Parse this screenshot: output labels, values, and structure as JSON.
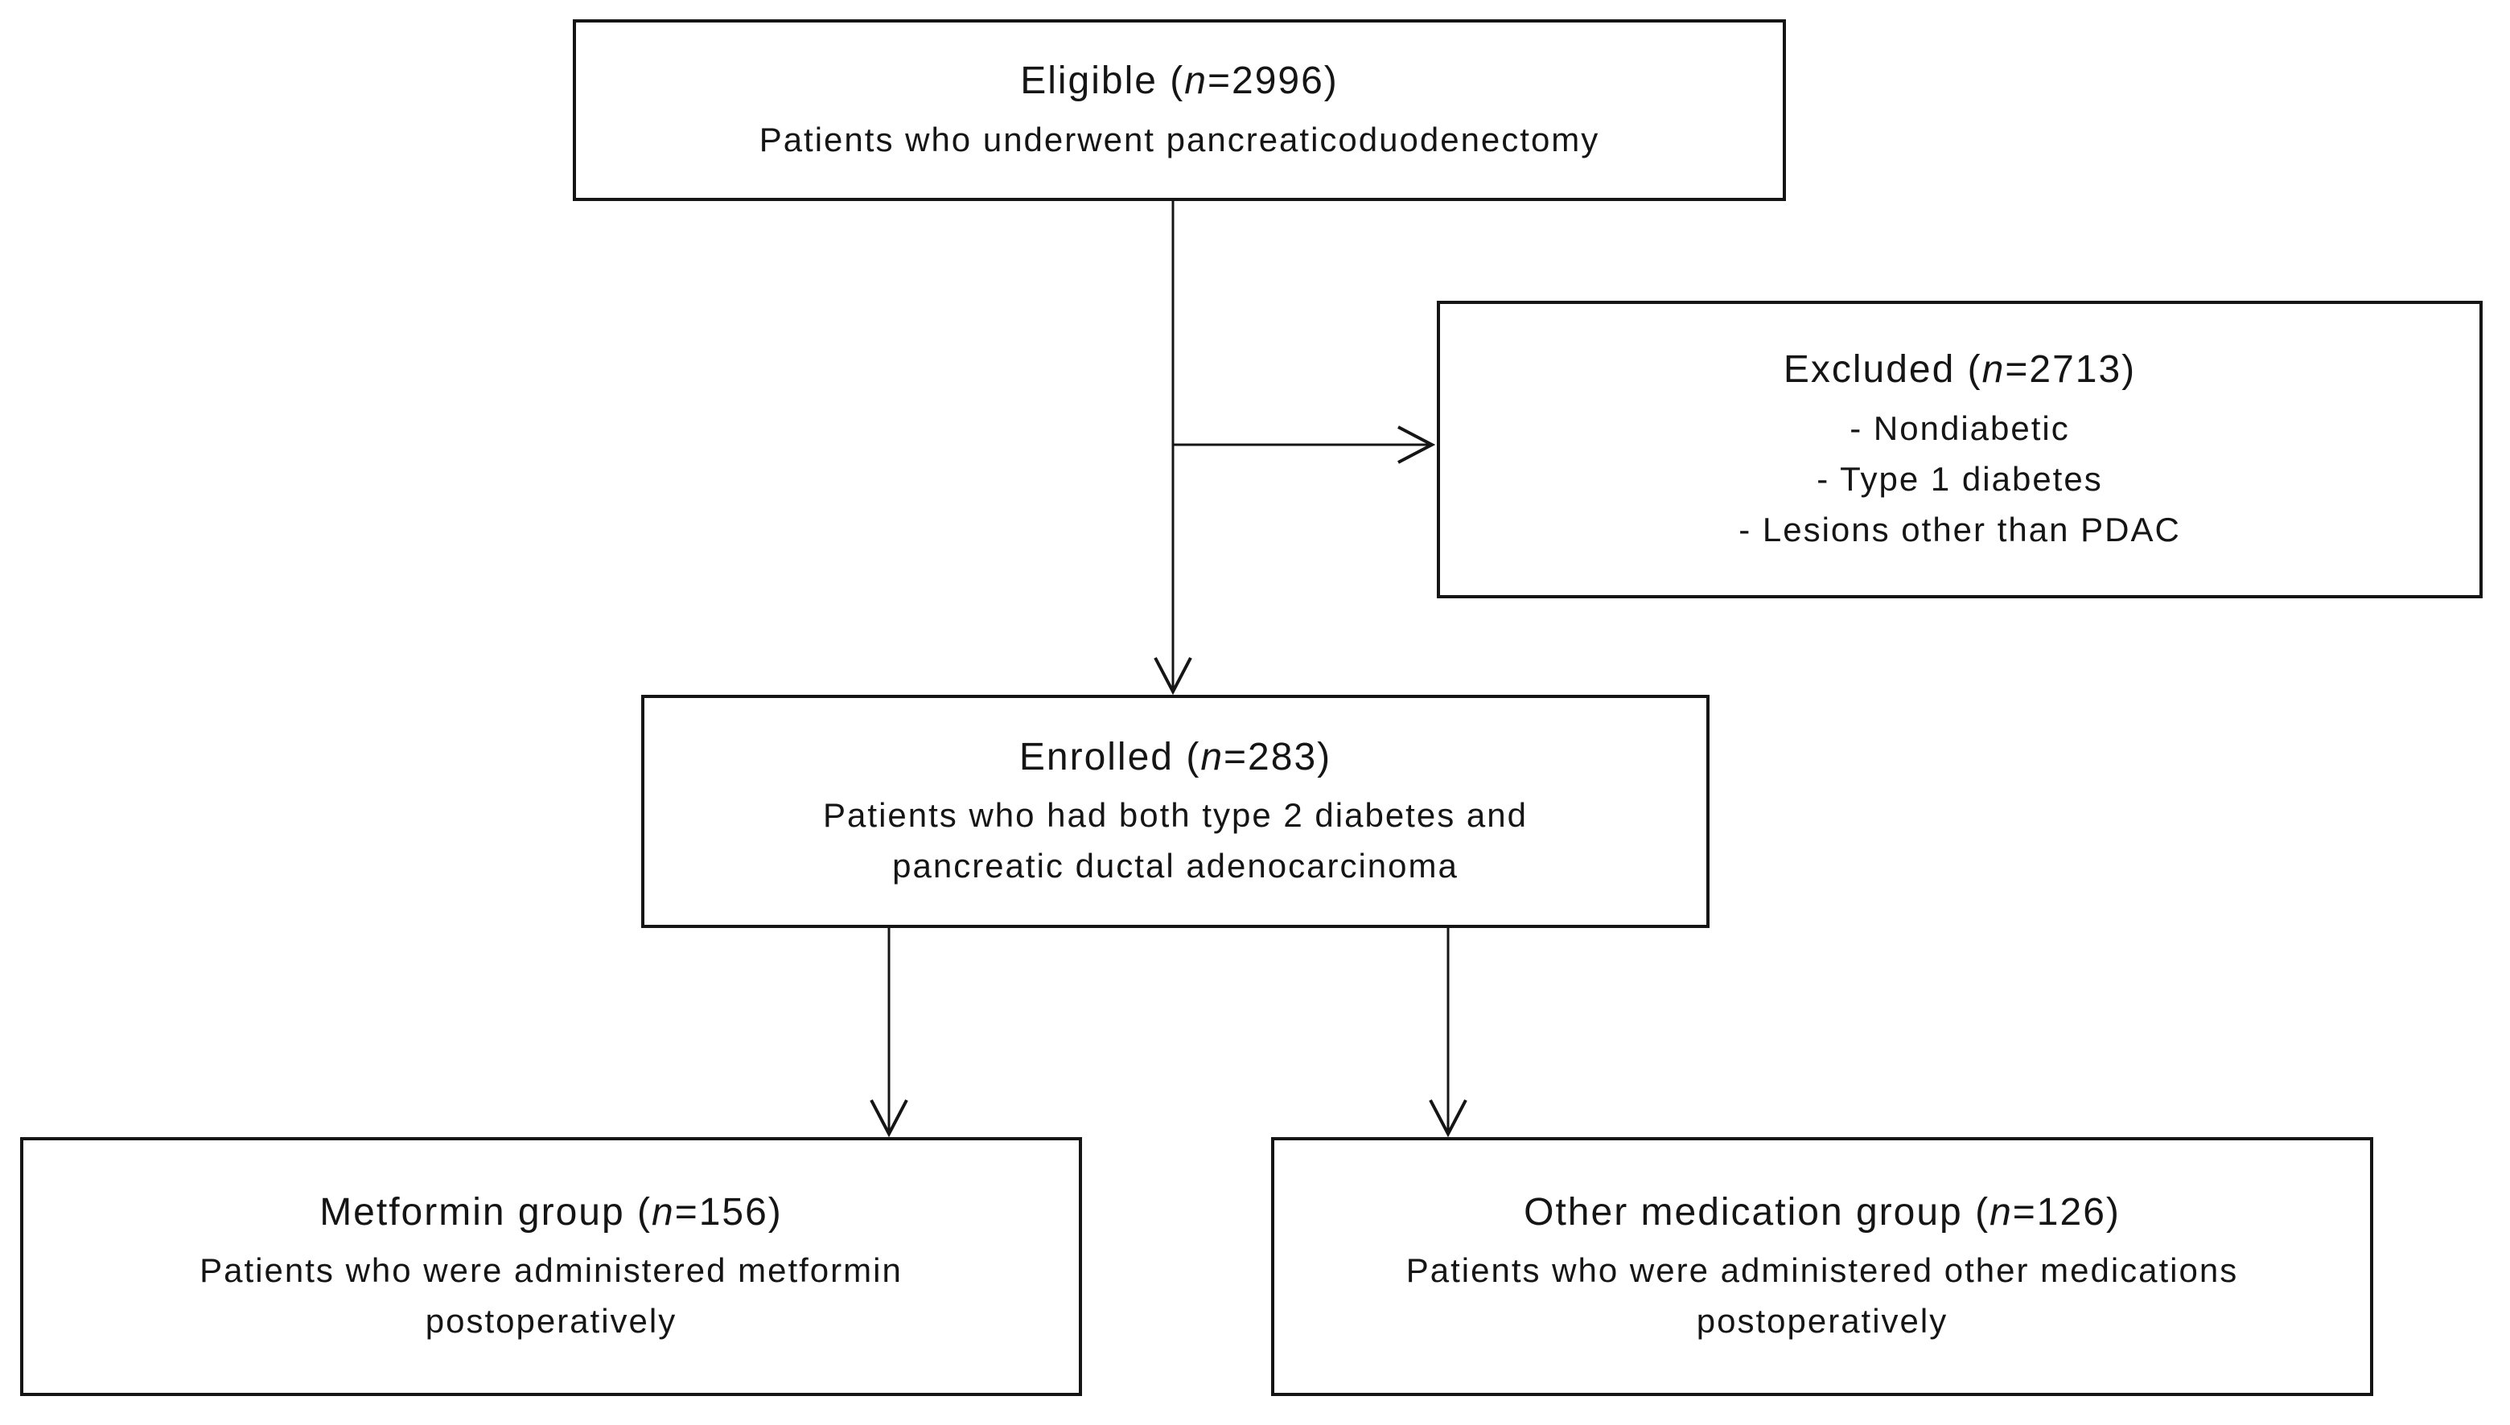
{
  "figure": {
    "background_color": "#ffffff",
    "line_color": "#151515",
    "type": "patient-flow-diagram"
  },
  "boxes": {
    "eligible": {
      "title": [
        "Eligible (",
        "n",
        "=2996)"
      ],
      "lines": [
        "Patients who underwent pancreaticoduodenectomy"
      ]
    },
    "excluded": {
      "title": [
        "Excluded (",
        "n",
        "=2713)"
      ],
      "lines": [
        "- Nondiabetic",
        "- Type 1 diabetes",
        "- Lesions other than PDAC"
      ]
    },
    "enrolled": {
      "title": [
        "Enrolled (",
        "n",
        "=283)"
      ],
      "lines": [
        "Patients who had both type 2 diabetes and",
        "pancreatic ductal adenocarcinoma"
      ]
    },
    "metformin": {
      "title": [
        "Metformin group (",
        "n",
        "=156)"
      ],
      "lines": [
        "Patients who were administered metformin",
        "postoperatively"
      ]
    },
    "other": {
      "title": [
        "Other medication group (",
        "n",
        "=126)"
      ],
      "lines": [
        "Patients who were administered other medications",
        "postoperatively"
      ]
    }
  }
}
